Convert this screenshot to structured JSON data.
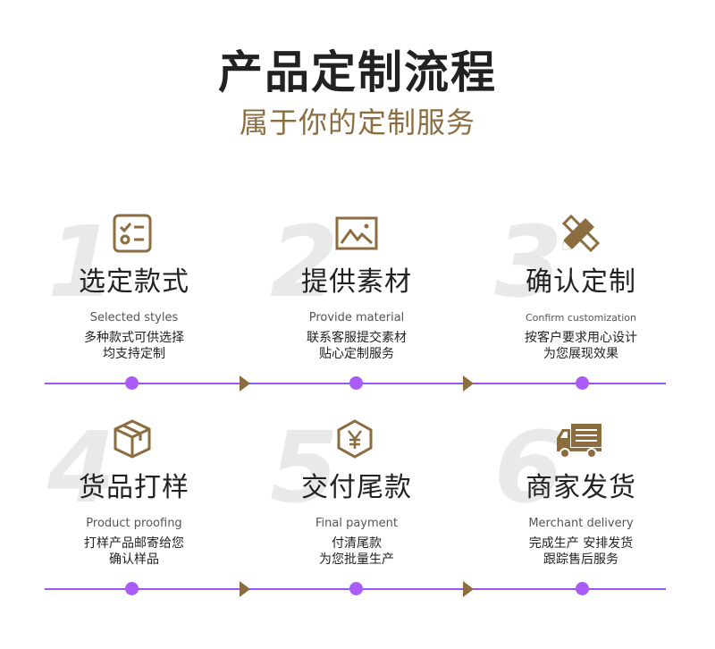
{
  "header": {
    "title": "产品定制流程",
    "subtitle": "属于你的定制服务"
  },
  "steps": [
    {
      "num": "1",
      "name": "选定款式",
      "en": "Selected styles",
      "desc": [
        "多种款式可供选择",
        "均支持定制"
      ],
      "icon": "checklist-icon"
    },
    {
      "num": "2",
      "name": "提供素材",
      "en": "Provide material",
      "desc": [
        "联系客服提交素材",
        "贴心定制服务"
      ],
      "icon": "image-icon"
    },
    {
      "num": "3",
      "name": "确认定制",
      "en": "Confirm customization",
      "desc": [
        "按客户要求用心设计",
        "为您展现效果"
      ],
      "icon": "pencil-ruler-icon"
    },
    {
      "num": "4",
      "name": "货品打样",
      "en": "Product proofing",
      "desc": [
        "打样产品邮寄给您",
        "确认样品"
      ],
      "icon": "box-icon"
    },
    {
      "num": "5",
      "name": "交付尾款",
      "en": "Final payment",
      "desc": [
        "付清尾款",
        "为您批量生产"
      ],
      "icon": "yuan-hexagon-icon"
    },
    {
      "num": "6",
      "name": "商家发货",
      "en": "Merchant delivery",
      "desc": [
        "完成生产 安排发货",
        "跟踪售后服务"
      ],
      "icon": "truck-icon"
    }
  ],
  "colors": {
    "gold": "#8c6d3f",
    "purple": "#9a55f5",
    "title": "#222222"
  }
}
